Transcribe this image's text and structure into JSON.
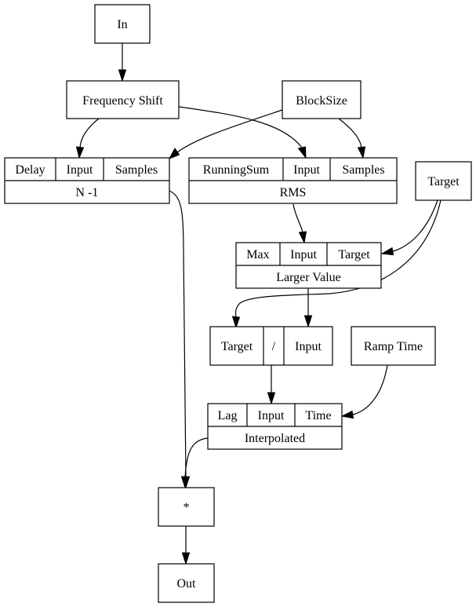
{
  "nodes": {
    "in": {
      "label": "In"
    },
    "frequency_shift": {
      "label": "Frequency Shift"
    },
    "block_size": {
      "label": "BlockSize"
    },
    "delay": {
      "ports": [
        "Delay",
        "Input",
        "Samples"
      ],
      "label": "N -1"
    },
    "rms": {
      "ports": [
        "RunningSum",
        "Input",
        "Samples"
      ],
      "label": "RMS"
    },
    "target": {
      "label": "Target"
    },
    "max": {
      "ports": [
        "Max",
        "Input",
        "Target"
      ],
      "label": "Larger Value"
    },
    "divide": {
      "ports": [
        "Target",
        "/",
        "Input"
      ]
    },
    "ramp_time": {
      "label": "Ramp Time"
    },
    "lag": {
      "ports": [
        "Lag",
        "Input",
        "Time"
      ],
      "label": "Interpolated"
    },
    "multiply": {
      "label": "*"
    },
    "out": {
      "label": "Out"
    }
  },
  "edges": [
    {
      "from": "In",
      "to": "Frequency Shift"
    },
    {
      "from": "Frequency Shift",
      "to": "N -1.Input"
    },
    {
      "from": "Frequency Shift",
      "to": "RMS.Input"
    },
    {
      "from": "BlockSize",
      "to": "N -1.Samples"
    },
    {
      "from": "BlockSize",
      "to": "RMS.Samples"
    },
    {
      "from": "RMS",
      "to": "Larger Value.Input"
    },
    {
      "from": "Target",
      "to": "Larger Value.Target"
    },
    {
      "from": "Target",
      "to": "/.Target"
    },
    {
      "from": "Larger Value",
      "to": "/.Input"
    },
    {
      "from": "/",
      "to": "Interpolated.Input"
    },
    {
      "from": "Ramp Time",
      "to": "Interpolated.Time"
    },
    {
      "from": "N -1",
      "to": "*"
    },
    {
      "from": "Interpolated",
      "to": "*"
    },
    {
      "from": "*",
      "to": "Out"
    }
  ]
}
